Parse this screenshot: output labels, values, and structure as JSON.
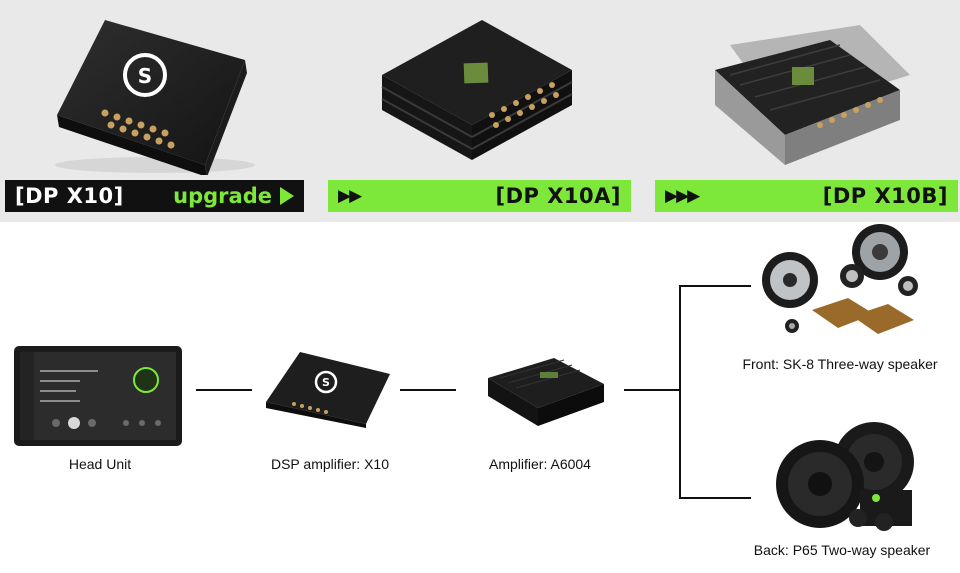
{
  "banners": {
    "x10": {
      "model": "[DP X10]",
      "upgrade": "upgrade"
    },
    "x10a": {
      "arrows": "▶▶",
      "model": "[DP X10A]"
    },
    "x10b": {
      "arrows": "▶▶▶",
      "model": "[DP X10B]"
    }
  },
  "diagram": {
    "head_unit": "Head Unit",
    "dsp": "DSP amplifier: X10",
    "amplifier": "Amplifier: A6004",
    "front": "Front: SK-8 Three-way speaker",
    "back": "Back: P65 Two-way speaker"
  },
  "colors": {
    "accent_green": "#7ee83a",
    "banner_black": "#111111",
    "device_black": "#1a1a1a"
  }
}
